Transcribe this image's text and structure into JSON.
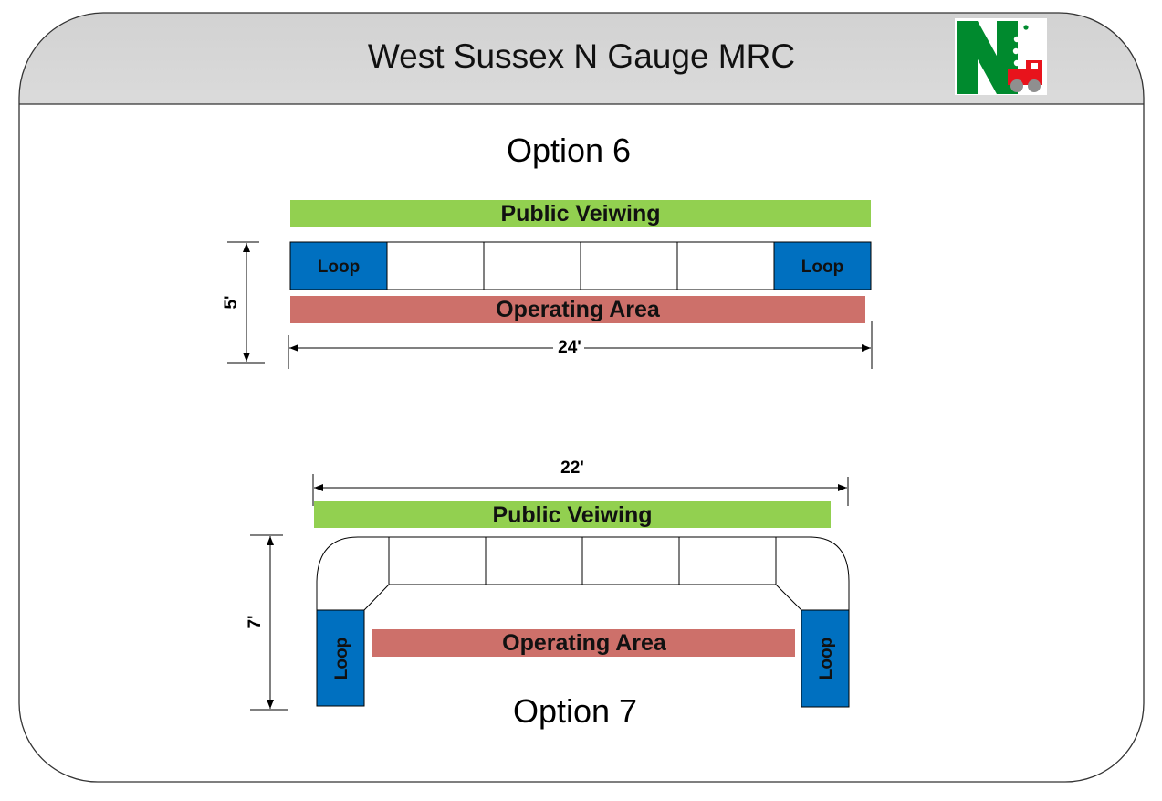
{
  "header": {
    "title": "West Sussex N Gauge MRC",
    "logo_letter": "N"
  },
  "option6": {
    "title": "Option 6",
    "viewing_label": "Public Veiwing",
    "operating_label": "Operating Area",
    "loop_left_label": "Loop",
    "loop_right_label": "Loop",
    "width_label": "24'",
    "depth_label": "5'"
  },
  "option7": {
    "title": "Option 7",
    "viewing_label": "Public Veiwing",
    "operating_label": "Operating Area",
    "loop_left_label": "Loop",
    "loop_right_label": "Loop",
    "width_label": "22'",
    "depth_label": "7'"
  },
  "colors": {
    "viewing": "#92d050",
    "operating": "#cd706a",
    "loop": "#0070c0",
    "logo_green": "#008a2e",
    "logo_red": "#e8131c"
  }
}
